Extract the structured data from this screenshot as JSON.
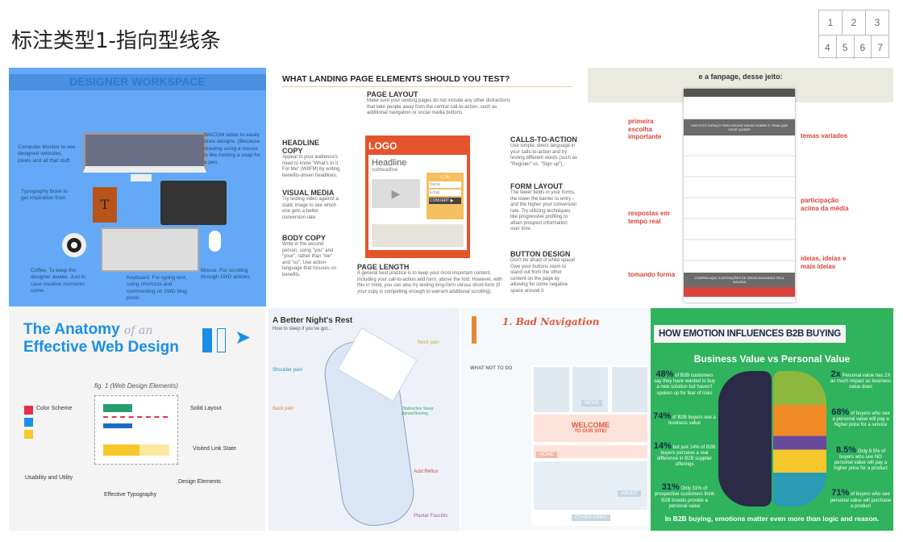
{
  "page": {
    "title": "标注类型1-指向型线条",
    "grid": [
      [
        "1",
        "2",
        "3"
      ],
      [
        "4",
        "5",
        "6",
        "7"
      ]
    ]
  },
  "p1": {
    "title": "DESIGNER WORKSPACE",
    "notes": [
      "Computer Monitor to see designed websites, pixels and all that stuff.",
      "WACOM tablet to easily draw designs. (Because drawing using a mouse is like holding a soap for a pen.",
      "Typography Book to get inspiration from",
      "Coffee. To keep the designer awake. Just in case creative moments come.",
      "Mouse. For scrolling through 1WD articles.",
      "Keyboard. For typing text, using shortcuts and commenting on 1WD blog posts"
    ],
    "book_letter": "T"
  },
  "p2": {
    "title": "WHAT LANDING PAGE ELEMENTS SHOULD YOU TEST?",
    "sections": [
      {
        "h": "PAGE LAYOUT",
        "t": "Make sure your landing pages do not include any other distractions that take people away from the central call-to-action, such as additional navigation or social media buttons."
      },
      {
        "h": "HEADLINE COPY",
        "t": "Appeal to your audience's need to know \"What's In It For Me\" (WIIFM) by writing benefits-driven headlines."
      },
      {
        "h": "VISUAL MEDIA",
        "t": "Try testing video against a static image to see which one gets a better conversion rate."
      },
      {
        "h": "BODY COPY",
        "t": "Write in the second person, using \"you\" and \"your\", rather than \"we\" and \"us\". Use action-language that focuses on benefits."
      },
      {
        "h": "CALLS-TO-ACTION",
        "t": "Use simple, direct language in your calls-to-action and try testing different words (such as \"Register\" vs. \"Sign up\")."
      },
      {
        "h": "FORM LAYOUT",
        "t": "The fewer fields in your forms, the lower the barrier to entry - and the higher your conversion rate. Try utilizing techniques like progressive profiling to attain prospect information over time."
      },
      {
        "h": "BUTTON DESIGN",
        "t": "Don't be afraid of white space! Give your buttons room to stand out from the other content on the page by allowing for some negative space around it."
      },
      {
        "h": "PAGE LENGTH",
        "t": "A general best practice is to keep your most important content, including your call-to-action and form, above the fold. However, with this in mind, you can also try testing long-form versus short-form (if your copy is compelling enough to warrant additional scrolling)."
      }
    ],
    "mock": {
      "logo": "LOGO",
      "headline": "Headline",
      "sub": "subheadline",
      "cta": "CTA",
      "name": "Name",
      "email": "Email",
      "convert": "CONVERT ▶"
    }
  },
  "p3": {
    "title": "e a fanpage, desse jeito:",
    "labels": [
      "primeira escolha importante",
      "temas variados",
      "participação acima da média",
      "respostas em tempo real",
      "ideias, ideias e mais ideias",
      "tomando forma"
    ],
    "banner": "USE ESTE ESPAÇO PARA DEIXAR IDEIAS SOBRE O TEMA QUE VOCÊ QUISER",
    "bottom": "COMPRA AQUI ILUSTRAÇÕES DE IDEIAS ENVIADAS PELA GALERA"
  },
  "p4": {
    "title1": "The Anatomy",
    "of": "of an",
    "title2": "Effective Web Design",
    "fig": "fig. 1",
    "fig_sub": "(Web Design Elements)",
    "labels": [
      "Color Scheme",
      "Solid Layout",
      "Visited Link State",
      "Usability and Utility",
      "Effective Typography",
      "Design Elements"
    ]
  },
  "p5": {
    "title": "A Better Night's Rest",
    "sub": "How to sleep if you've got...",
    "labels": [
      "Shoulder pain",
      "Neck pain",
      "Back pain",
      "Obstructive Sleep Apnea/Snoring",
      "Acid Reflux",
      "Plantar Fasciitis"
    ]
  },
  "p6": {
    "title": "1. Bad Navigation",
    "what": "WHAT NOT TO DO",
    "welcome": "WELCOME",
    "to": "TO OUR SITE!",
    "news": "NEWS",
    "home": "HOME",
    "about": "ABOUT",
    "other": "OTHER LINKS"
  },
  "p7": {
    "title": "HOW EMOTION INFLUENCES B2B BUYING",
    "sub": "Business Value vs Personal Value",
    "footer": "In B2B buying, emotions matter even more than logic and reason.",
    "stats": [
      {
        "v": "48%",
        "t": "of B2B customers say they have wanted to buy a new solution but haven't spoken up for fear of risks"
      },
      {
        "v": "74%",
        "t": "of B2B buyers see a business value"
      },
      {
        "v": "14%",
        "t": "but just 14% of B2B buyers perceive a real difference in B2B supplier offerings"
      },
      {
        "v": "31%",
        "t": "Only 31% of prospective customers think B2B brands provide a personal value"
      },
      {
        "v": "2x",
        "t": "Personal value has 2X as much impact as business value does"
      },
      {
        "v": "68%",
        "t": "of buyers who see a personal value will pay a higher price for a service"
      },
      {
        "v": "8.5%",
        "t": "Only 8.5% of buyers who see NO personal value will pay a higher price for a product"
      },
      {
        "v": "71%",
        "t": "of buyers who see personal value will purchase a product"
      }
    ]
  }
}
